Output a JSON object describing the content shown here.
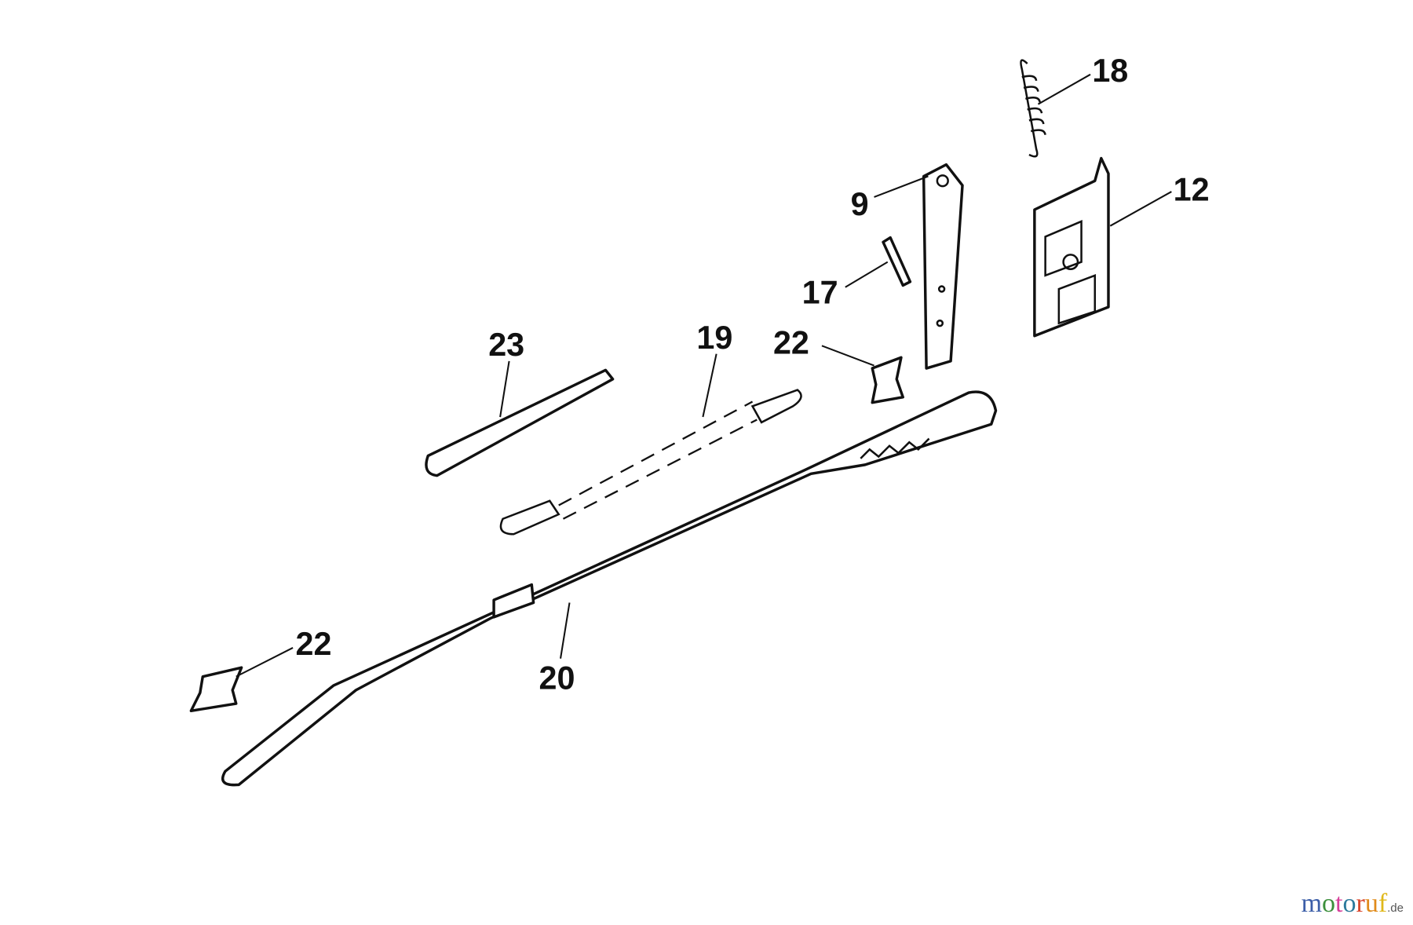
{
  "callouts": {
    "c18": "18",
    "c12": "12",
    "c9": "9",
    "c17": "17",
    "c22a": "22",
    "c23": "23",
    "c19": "19",
    "c22b": "22",
    "c20": "20"
  },
  "watermark": {
    "letters": [
      "m",
      "o",
      "t",
      "o",
      "r",
      "u",
      "f"
    ],
    "colors": [
      "#3c5ea8",
      "#3c8f3c",
      "#d6409a",
      "#2c7a9c",
      "#d8452a",
      "#e08a1a",
      "#e0b81a"
    ],
    "suffix": ".de"
  }
}
